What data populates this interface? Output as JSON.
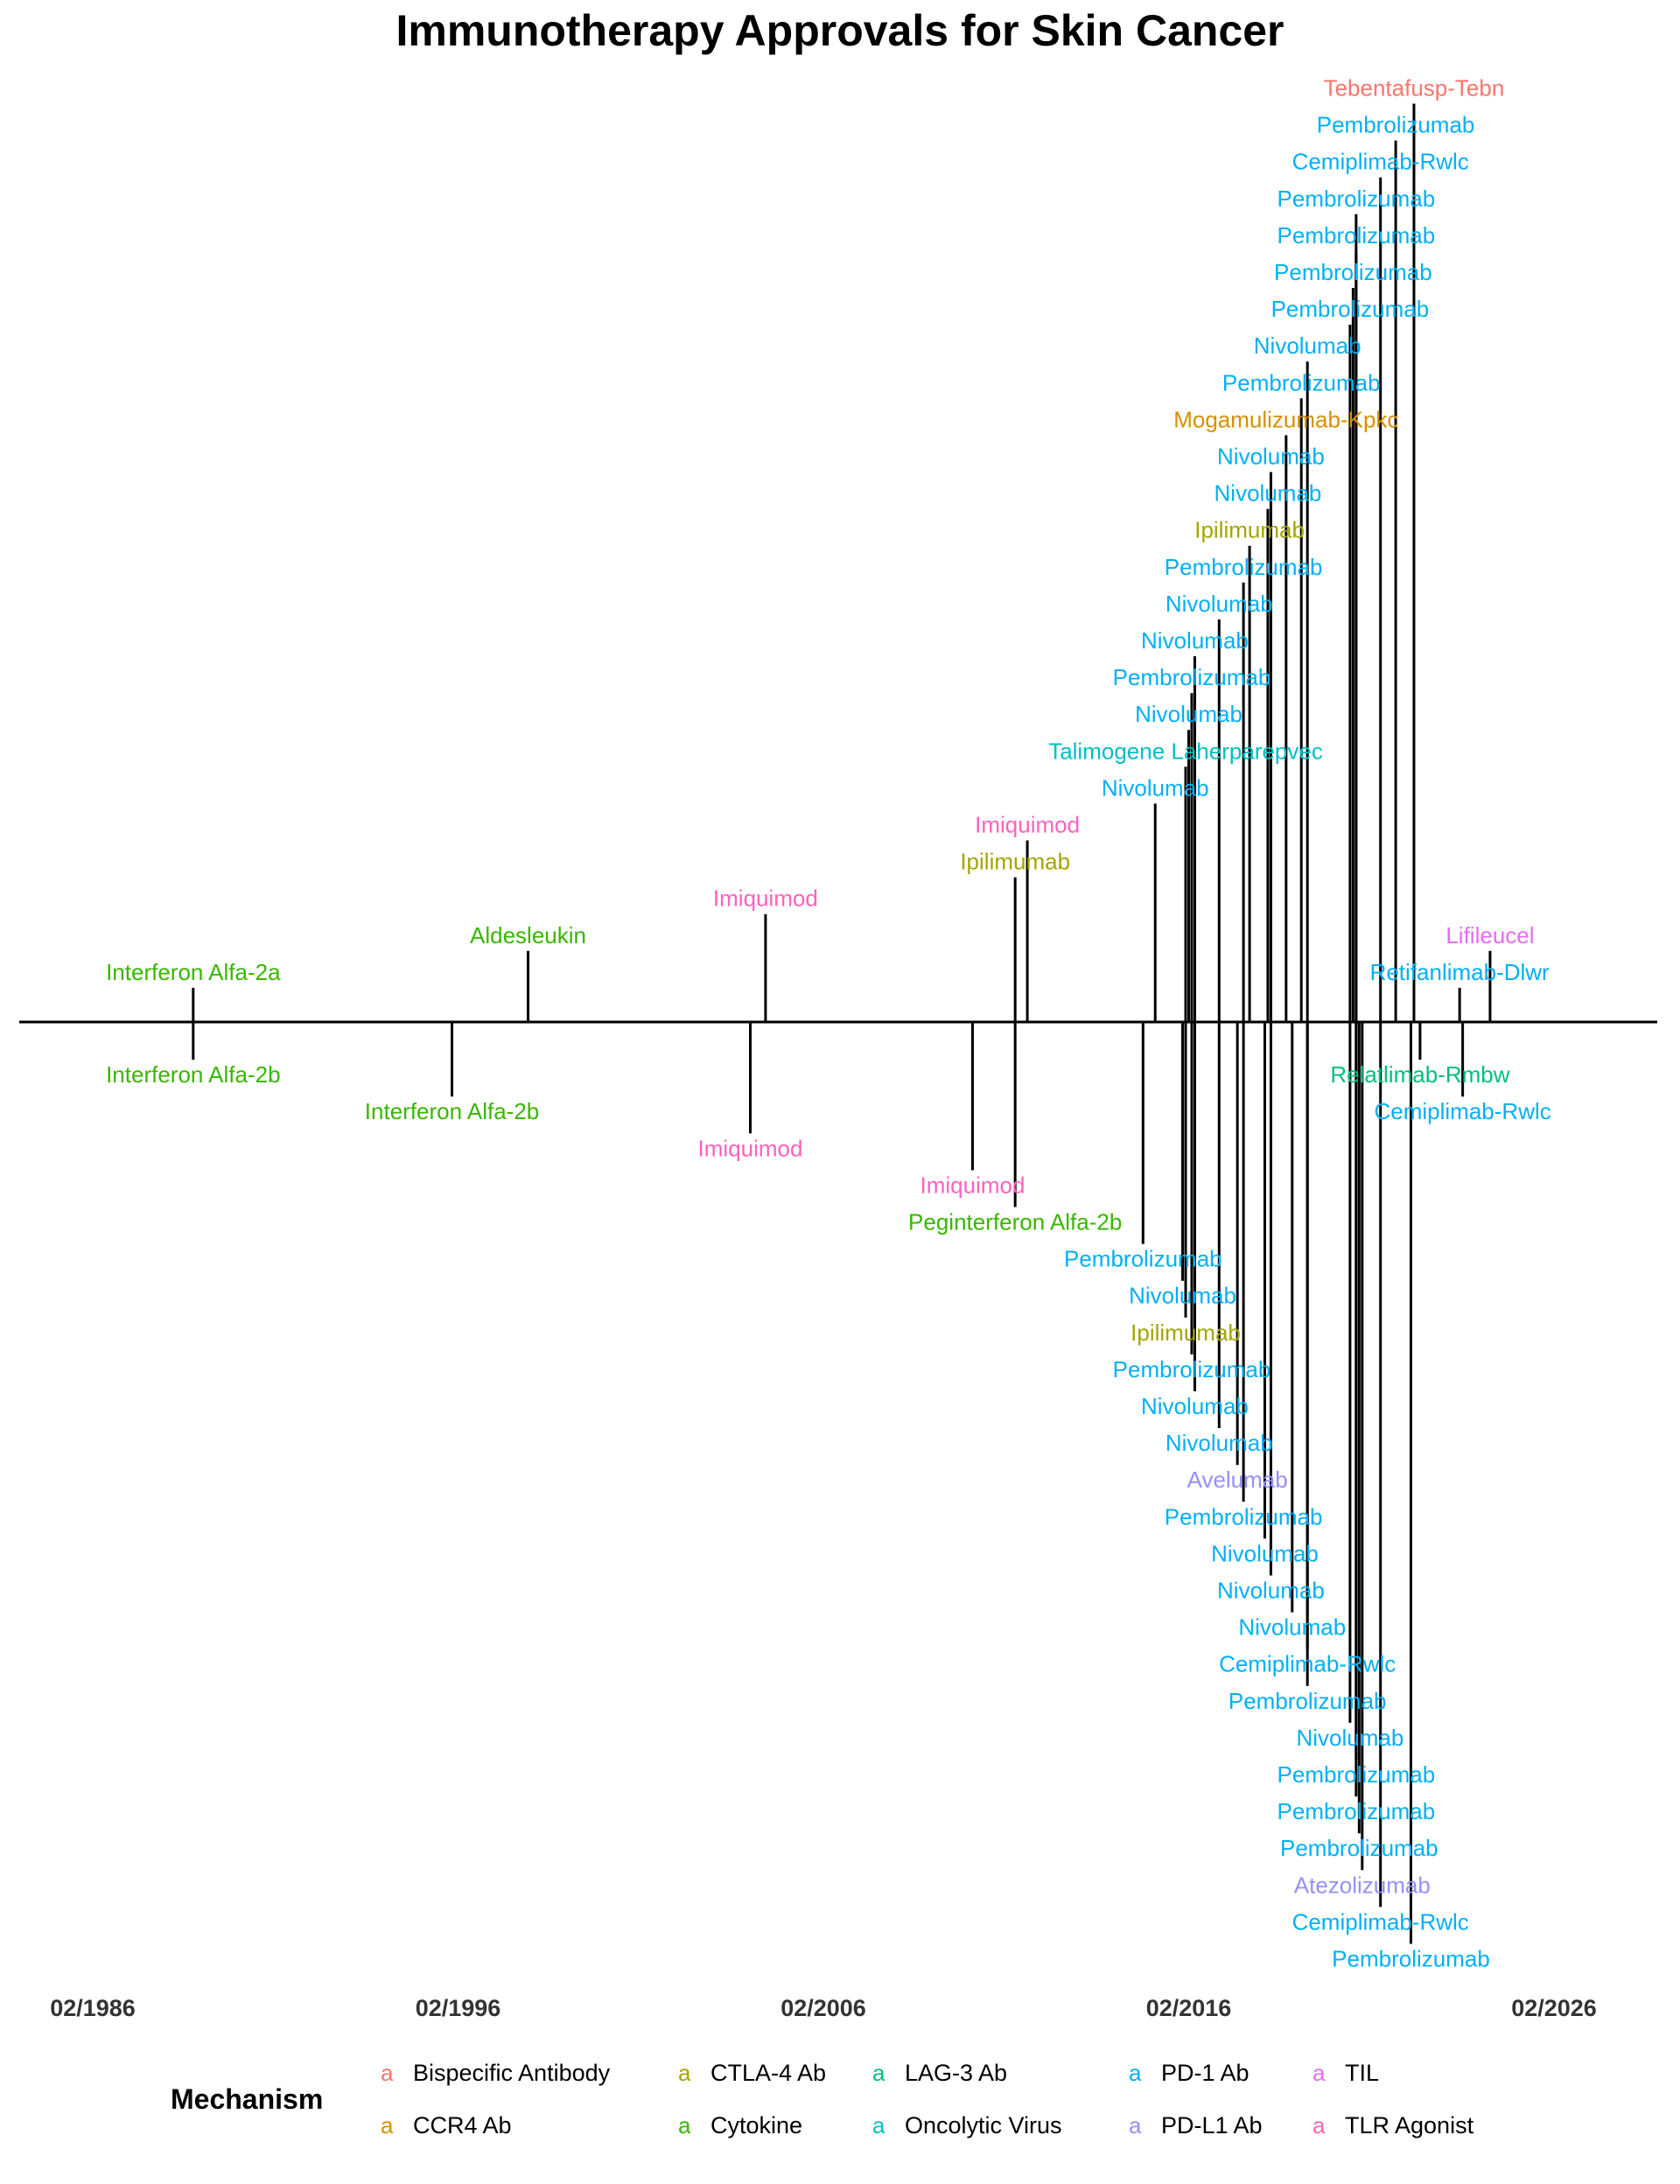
{
  "chart_data": {
    "type": "timeline",
    "title": "Immunotherapy Approvals for Skin Cancer",
    "xlabel": "",
    "ylabel": "",
    "xlim": [
      "1984-01",
      "2029-01"
    ],
    "x_ticks": [
      {
        "date": "1986-02",
        "label": "02/1986"
      },
      {
        "date": "1996-02",
        "label": "02/1996"
      },
      {
        "date": "2006-02",
        "label": "02/2006"
      },
      {
        "date": "2016-02",
        "label": "02/2016"
      },
      {
        "date": "2026-02",
        "label": "02/2026"
      }
    ],
    "grid": false,
    "legend": {
      "title": "Mechanism",
      "placement": "bottom",
      "key_glyph": "a",
      "entries": [
        {
          "name": "Bispecific Antibody",
          "color": "#F8766D"
        },
        {
          "name": "CCR4 Ab",
          "color": "#D89000"
        },
        {
          "name": "CTLA-4 Ab",
          "color": "#A3A500"
        },
        {
          "name": "Cytokine",
          "color": "#39B600"
        },
        {
          "name": "LAG-3 Ab",
          "color": "#00BF7D"
        },
        {
          "name": "Oncolytic Virus",
          "color": "#00BFC4"
        },
        {
          "name": "PD-1 Ab",
          "color": "#00B0F6"
        },
        {
          "name": "PD-L1 Ab",
          "color": "#9590FF"
        },
        {
          "name": "TIL",
          "color": "#E76BF3"
        },
        {
          "name": "TLR Agonist",
          "color": "#FF62BC"
        }
      ]
    },
    "events": [
      {
        "label": "Interferon Alfa-2a",
        "mechanism": "Cytokine",
        "date": "1988-11",
        "position": 1
      },
      {
        "label": "Interferon Alfa-2b",
        "mechanism": "Cytokine",
        "date": "1988-11",
        "position": -1
      },
      {
        "label": "Interferon Alfa-2b",
        "mechanism": "Cytokine",
        "date": "1995-12",
        "position": -2
      },
      {
        "label": "Aldesleukin",
        "mechanism": "Cytokine",
        "date": "1998-01",
        "position": 2
      },
      {
        "label": "Imiquimod",
        "mechanism": "TLR Agonist",
        "date": "2004-02",
        "position": -3
      },
      {
        "label": "Imiquimod",
        "mechanism": "TLR Agonist",
        "date": "2004-07",
        "position": 3
      },
      {
        "label": "Imiquimod",
        "mechanism": "TLR Agonist",
        "date": "2010-03",
        "position": -4
      },
      {
        "label": "Ipilimumab",
        "mechanism": "CTLA-4 Ab",
        "date": "2011-05",
        "position": 4
      },
      {
        "label": "Peginterferon Alfa-2b",
        "mechanism": "Cytokine",
        "date": "2011-05",
        "position": -5
      },
      {
        "label": "Imiquimod",
        "mechanism": "TLR Agonist",
        "date": "2011-09",
        "position": 5
      },
      {
        "label": "Pembrolizumab",
        "mechanism": "PD-1 Ab",
        "date": "2014-11",
        "position": -6
      },
      {
        "label": "Nivolumab",
        "mechanism": "PD-1 Ab",
        "date": "2015-03",
        "position": 6
      },
      {
        "label": "Nivolumab",
        "mechanism": "PD-1 Ab",
        "date": "2015-12",
        "position": -7
      },
      {
        "label": "Talimogene Laherparepvec",
        "mechanism": "Oncolytic Virus",
        "date": "2016-01",
        "position": 7
      },
      {
        "label": "Ipilimumab",
        "mechanism": "CTLA-4 Ab",
        "date": "2016-01",
        "position": -8
      },
      {
        "label": "Nivolumab",
        "mechanism": "PD-1 Ab",
        "date": "2016-02",
        "position": 8
      },
      {
        "label": "Pembrolizumab",
        "mechanism": "PD-1 Ab",
        "date": "2016-03",
        "position": -9
      },
      {
        "label": "Pembrolizumab",
        "mechanism": "PD-1 Ab",
        "date": "2016-03",
        "position": 9
      },
      {
        "label": "Nivolumab",
        "mechanism": "PD-1 Ab",
        "date": "2016-04",
        "position": -10
      },
      {
        "label": "Nivolumab",
        "mechanism": "PD-1 Ab",
        "date": "2016-04",
        "position": 10
      },
      {
        "label": "Nivolumab",
        "mechanism": "PD-1 Ab",
        "date": "2016-12",
        "position": -11
      },
      {
        "label": "Nivolumab",
        "mechanism": "PD-1 Ab",
        "date": "2016-12",
        "position": 11
      },
      {
        "label": "Avelumab",
        "mechanism": "PD-L1 Ab",
        "date": "2017-06",
        "position": -12
      },
      {
        "label": "Pembrolizumab",
        "mechanism": "PD-1 Ab",
        "date": "2017-08",
        "position": 12
      },
      {
        "label": "Pembrolizumab",
        "mechanism": "PD-1 Ab",
        "date": "2017-08",
        "position": -13
      },
      {
        "label": "Ipilimumab",
        "mechanism": "CTLA-4 Ab",
        "date": "2017-10",
        "position": 13
      },
      {
        "label": "Nivolumab",
        "mechanism": "PD-1 Ab",
        "date": "2018-03",
        "position": -14
      },
      {
        "label": "Nivolumab",
        "mechanism": "PD-1 Ab",
        "date": "2018-04",
        "position": 14
      },
      {
        "label": "Nivolumab",
        "mechanism": "PD-1 Ab",
        "date": "2018-05",
        "position": -15
      },
      {
        "label": "Nivolumab",
        "mechanism": "PD-1 Ab",
        "date": "2018-05",
        "position": 15
      },
      {
        "label": "Mogamulizumab-Kpkc",
        "mechanism": "CCR4 Ab",
        "date": "2018-10",
        "position": 16
      },
      {
        "label": "Nivolumab",
        "mechanism": "PD-1 Ab",
        "date": "2018-12",
        "position": -16
      },
      {
        "label": "Pembrolizumab",
        "mechanism": "PD-1 Ab",
        "date": "2019-03",
        "position": 17
      },
      {
        "label": "Cemiplimab-Rwlc",
        "mechanism": "PD-1 Ab",
        "date": "2019-05",
        "position": -17
      },
      {
        "label": "Nivolumab",
        "mechanism": "PD-1 Ab",
        "date": "2019-05",
        "position": 18
      },
      {
        "label": "Pembrolizumab",
        "mechanism": "PD-1 Ab",
        "date": "2019-05",
        "position": -18
      },
      {
        "label": "Pembrolizumab",
        "mechanism": "PD-1 Ab",
        "date": "2020-07",
        "position": 19
      },
      {
        "label": "Nivolumab",
        "mechanism": "PD-1 Ab",
        "date": "2020-07",
        "position": -19
      },
      {
        "label": "Pembrolizumab",
        "mechanism": "PD-1 Ab",
        "date": "2020-08",
        "position": 20
      },
      {
        "label": "Pembrolizumab",
        "mechanism": "PD-1 Ab",
        "date": "2020-09",
        "position": -20
      },
      {
        "label": "Pembrolizumab",
        "mechanism": "PD-1 Ab",
        "date": "2020-09",
        "position": 21
      },
      {
        "label": "Pembrolizumab",
        "mechanism": "PD-1 Ab",
        "date": "2020-09",
        "position": -21
      },
      {
        "label": "Pembrolizumab",
        "mechanism": "PD-1 Ab",
        "date": "2020-09",
        "position": 22
      },
      {
        "label": "Pembrolizumab",
        "mechanism": "PD-1 Ab",
        "date": "2020-10",
        "position": -22
      },
      {
        "label": "Atezolizumab",
        "mechanism": "PD-L1 Ab",
        "date": "2020-11",
        "position": -23
      },
      {
        "label": "Cemiplimab-Rwlc",
        "mechanism": "PD-1 Ab",
        "date": "2021-05",
        "position": 23
      },
      {
        "label": "Cemiplimab-Rwlc",
        "mechanism": "PD-1 Ab",
        "date": "2021-05",
        "position": -24
      },
      {
        "label": "Pembrolizumab",
        "mechanism": "PD-1 Ab",
        "date": "2021-10",
        "position": 24
      },
      {
        "label": "Pembrolizumab",
        "mechanism": "PD-1 Ab",
        "date": "2022-03",
        "position": -25
      },
      {
        "label": "Tebentafusp-Tebn",
        "mechanism": "Bispecific Antibody",
        "date": "2022-04",
        "position": 25
      },
      {
        "label": "Relatlimab-Rmbw",
        "mechanism": "LAG-3 Ab",
        "date": "2022-06",
        "position": -1
      },
      {
        "label": "Retifanlimab-Dlwr",
        "mechanism": "PD-1 Ab",
        "date": "2023-07",
        "position": 1
      },
      {
        "label": "Cemiplimab-Rwlc",
        "mechanism": "PD-1 Ab",
        "date": "2023-08",
        "position": -2
      },
      {
        "label": "Lifileucel",
        "mechanism": "TIL",
        "date": "2024-05",
        "position": 2
      }
    ]
  }
}
